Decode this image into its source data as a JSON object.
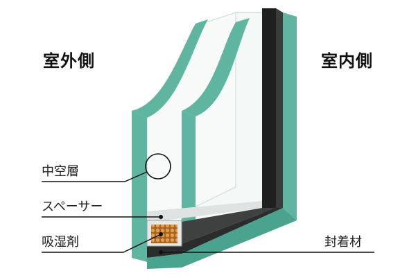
{
  "labels": {
    "outdoor_side": "室外側",
    "indoor_side": "室内側",
    "air_layer": "中空層",
    "spacer": "スペーサー",
    "desiccant": "吸湿剤",
    "sealant": "封着材"
  },
  "colors": {
    "glass_edge": "#5fb5a0",
    "glass_edge_dark": "#3f8f7e",
    "glass_face": "#f3f8f6",
    "spacer": "#d9dcdc",
    "desiccant": "#c9832f",
    "sealant": "#3a3b3b",
    "sealant_dark": "#1c1c1c",
    "leader_line": "#111111"
  }
}
